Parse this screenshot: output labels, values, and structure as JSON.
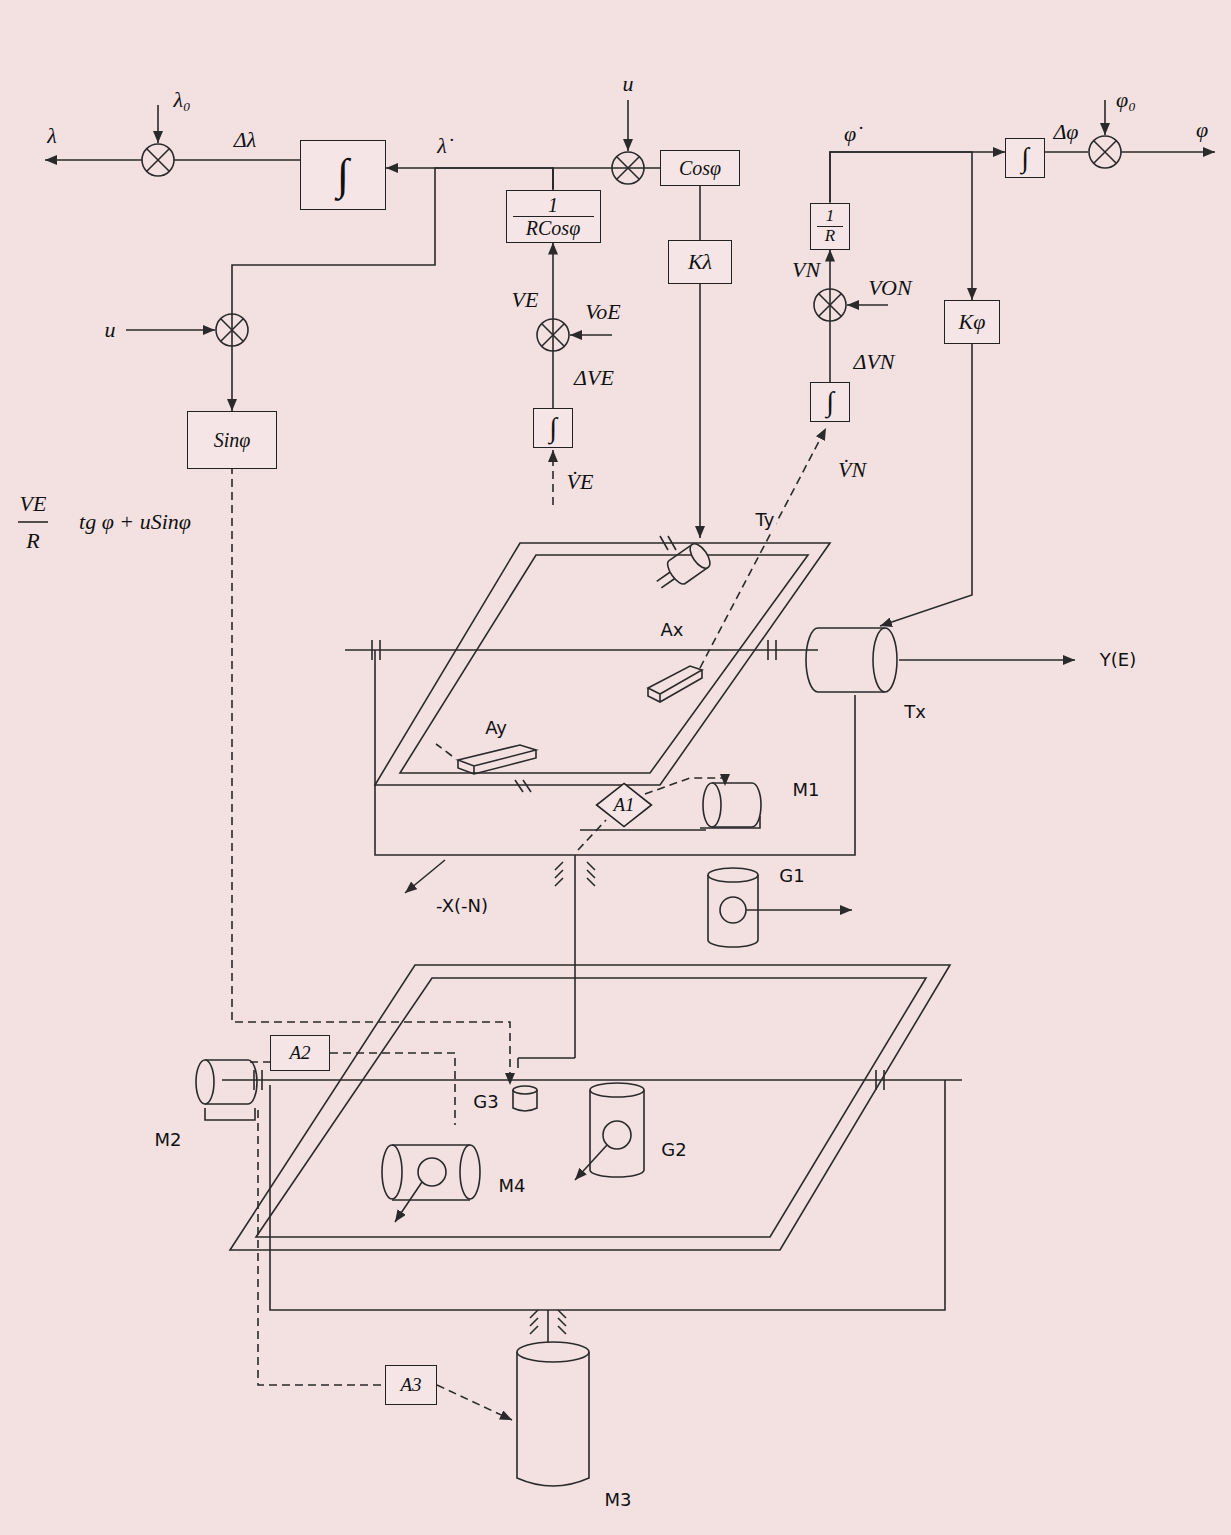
{
  "diagram": {
    "nodes": [
      {
        "text": [
          "∫"
        ]
      },
      {
        "text": [
          "Cosφ"
        ]
      },
      {
        "text": [
          "∫"
        ]
      },
      {
        "text": [
          "1",
          "RCosφ"
        ]
      },
      {
        "text": [
          "1",
          "R"
        ]
      },
      {
        "text": [
          "Kλ"
        ]
      },
      {
        "text": [
          "Kφ"
        ]
      },
      {
        "text": [
          "∫"
        ]
      },
      {
        "text": [
          "Sinφ"
        ]
      },
      {
        "text": [
          "∫"
        ]
      },
      {
        "text": [
          "A1"
        ]
      },
      {
        "text": [
          "A2"
        ]
      },
      {
        "text": [
          "A3"
        ]
      }
    ],
    "edges": [
      {
        "from": 9,
        "to": 3,
        "arrow": "to"
      },
      {
        "from": 3,
        "to": 0,
        "arrow": "to"
      },
      {
        "from": 3,
        "to": 1,
        "arrow": "none"
      },
      {
        "from": 3,
        "to": 8,
        "arrow": "to"
      },
      {
        "from": 1,
        "to": 5,
        "arrow": "none"
      },
      {
        "from": 7,
        "to": 4,
        "arrow": "to"
      },
      {
        "from": 4,
        "to": 2,
        "arrow": "to"
      },
      {
        "from": 4,
        "to": 6,
        "arrow": "to"
      }
    ],
    "labels": [
      "λ",
      "λ₀",
      "Δλ",
      "λ̇",
      "u",
      "φ̇",
      "φ₀",
      "Δφ",
      "φ",
      "u",
      "VE",
      "R",
      "tg φ + uSinφ",
      "VE",
      "VoE",
      "ΔVE",
      "V̇E",
      "VN",
      "VON",
      "ΔVN",
      "V̇N",
      "Ty",
      "Tx",
      "Y(E)",
      "-X(-N)",
      "Ax",
      "Ay",
      "M1",
      "G1",
      "G3",
      "M2",
      "M4",
      "G2",
      "M3"
    ]
  }
}
